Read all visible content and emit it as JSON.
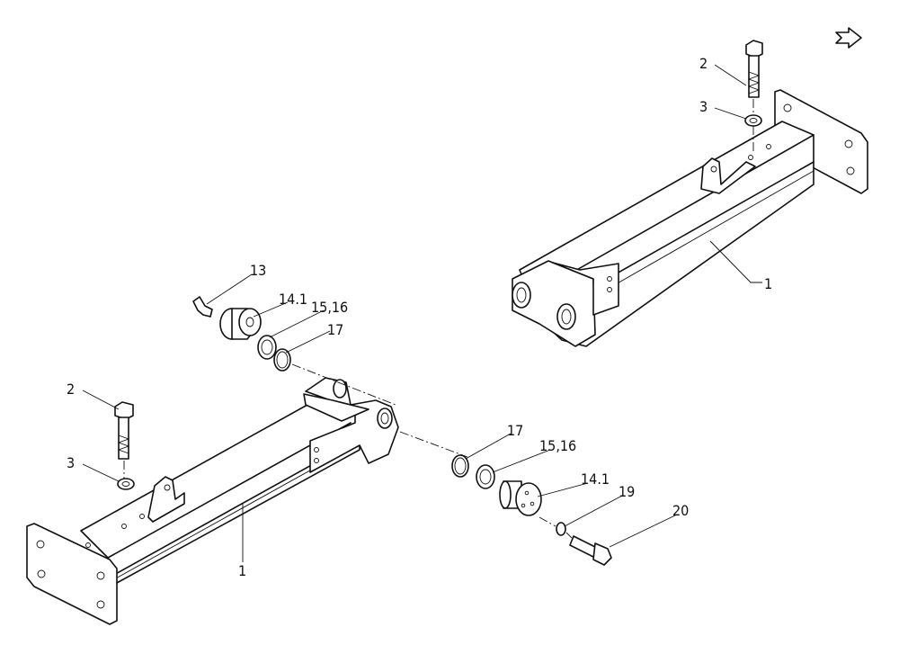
{
  "diagram": {
    "direction_icon": "forward-arrow-icon",
    "labels": {
      "r_bolt": "2",
      "r_washer": "3",
      "r_beam": "1",
      "grease": "13",
      "l_pin": "14.1",
      "l_shim": "15,16",
      "l_ring": "17",
      "l_bolt": "2",
      "l_washer": "3",
      "l_beam": "1",
      "r_ring": "17",
      "r_shim": "15,16",
      "r_pin": "14.1",
      "small_washer": "19",
      "small_bolt": "20"
    }
  }
}
